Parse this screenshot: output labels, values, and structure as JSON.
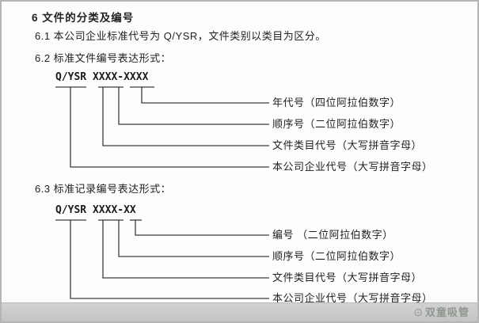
{
  "colors": {
    "text": "#222222",
    "line": "#3c3c3c",
    "border": "#b5b5b5",
    "footer_bar": "#c9c9c9",
    "watermark": "#8f978f"
  },
  "document": {
    "heading": "6  文件的分类及编号",
    "clause_6_1": "6.1  本公司企业标准代号为 Q/YSR，文件类别以类目为区分。",
    "clause_6_2": "6.2  标准文件编号表达形式：",
    "clause_6_3": "6.3  标准记录编号表达形式：",
    "diagram1": {
      "code": "Q/YSR  XXXX-XXXX",
      "labels": [
        "年代号（四位阿拉伯数字）",
        "顺序号（二位阿拉伯数字）",
        "文件类目代号（大写拼音字母）",
        "本公司企业代号（大写拼音字母）"
      ]
    },
    "diagram2": {
      "code": "Q/YSR  XXXX-XX",
      "labels": [
        "编号 （二位阿拉伯数字）",
        "顺序号（二位阿拉伯数字）",
        "文件类目代号（大写拼音字母）",
        "本公司企业代号（大写拼音字母）"
      ]
    }
  },
  "footer": {
    "logo_icon": "⊙",
    "watermark": "双童吸管"
  }
}
